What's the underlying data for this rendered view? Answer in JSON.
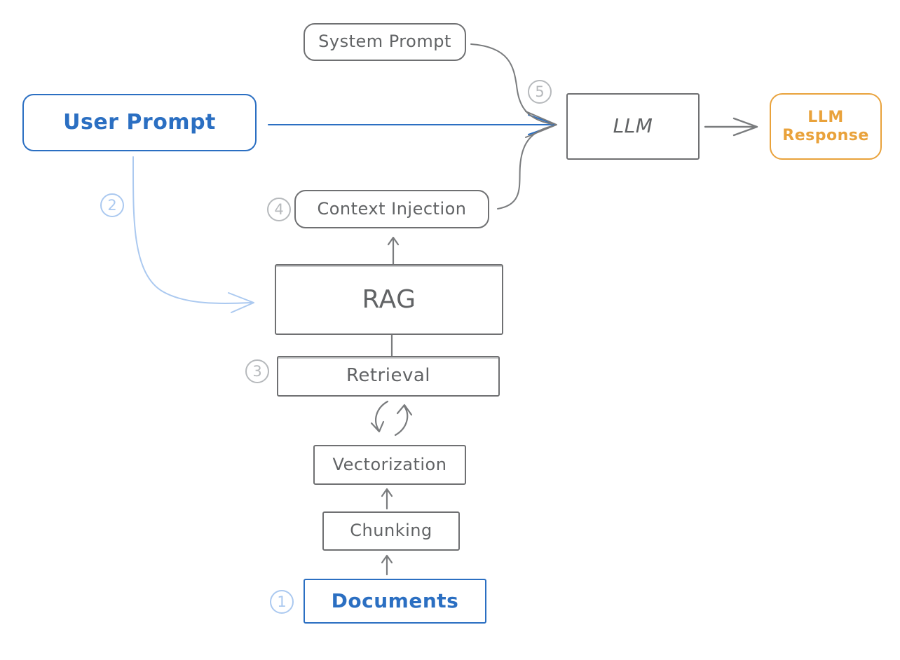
{
  "diagram": {
    "nodes": {
      "system_prompt": "System Prompt",
      "user_prompt": "User Prompt",
      "llm": "LLM",
      "llm_response": "LLM Response",
      "context_injection": "Context Injection",
      "rag": "RAG",
      "retrieval": "Retrieval",
      "vectorization": "Vectorization",
      "chunking": "Chunking",
      "documents": "Documents"
    },
    "step_badges": {
      "step1": "1",
      "step2": "2",
      "step3": "3",
      "step4": "4",
      "step5": "5"
    }
  },
  "colors": {
    "blue": "#2b6fc2",
    "light_blue": "#abc9f0",
    "gray": "#7a7c7e",
    "light_gray": "#b6b9bc",
    "orange": "#e9a23b",
    "background": "#ffffff"
  }
}
